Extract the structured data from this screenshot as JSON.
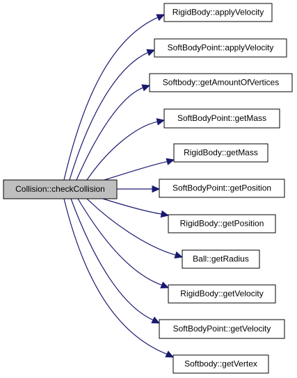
{
  "graph": {
    "root": "Collision::checkCollision",
    "callees": [
      "RigidBody::applyVelocity",
      "SoftBodyPoint::applyVelocity",
      "Softbody::getAmountOfVertices",
      "SoftBodyPoint::getMass",
      "RigidBody::getMass",
      "SoftBodyPoint::getPosition",
      "RigidBody::getPosition",
      "Ball::getRadius",
      "RigidBody::getVelocity",
      "SoftBodyPoint::getVelocity",
      "Softbody::getVertex"
    ],
    "colors": {
      "edge": "#191970",
      "root_fill": "#bfbfbf",
      "node_fill": "#ffffff",
      "border": "#000000"
    }
  }
}
